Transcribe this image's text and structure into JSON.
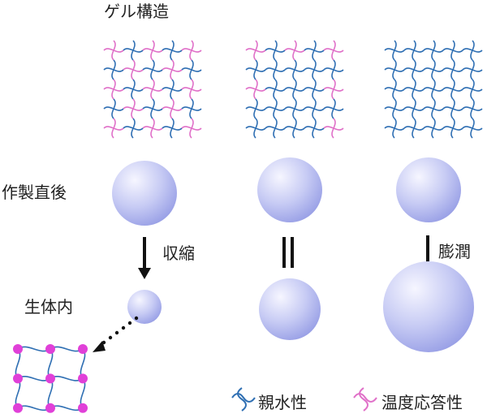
{
  "labels": {
    "gel_structure": "ゲル構造",
    "after_fabrication": "作製直後",
    "in_body": "生体内",
    "shrink": "収縮",
    "swell": "膨潤",
    "equal_sign": "‖"
  },
  "legend": {
    "hydrophilic": "親水性",
    "thermoresponsive": "温度応答性"
  },
  "colors": {
    "hydrophilic": "#2f6fb3",
    "thermoresponsive": "#e070c8",
    "sphere_light": "#f4f4ff",
    "sphere_dark": "#9fa6ea",
    "crosslink_node": "#e040d8"
  },
  "icons": {
    "hydrophilic_strand": "blue-wavy-strand-icon",
    "thermo_strand": "pink-wavy-strand-icon"
  }
}
